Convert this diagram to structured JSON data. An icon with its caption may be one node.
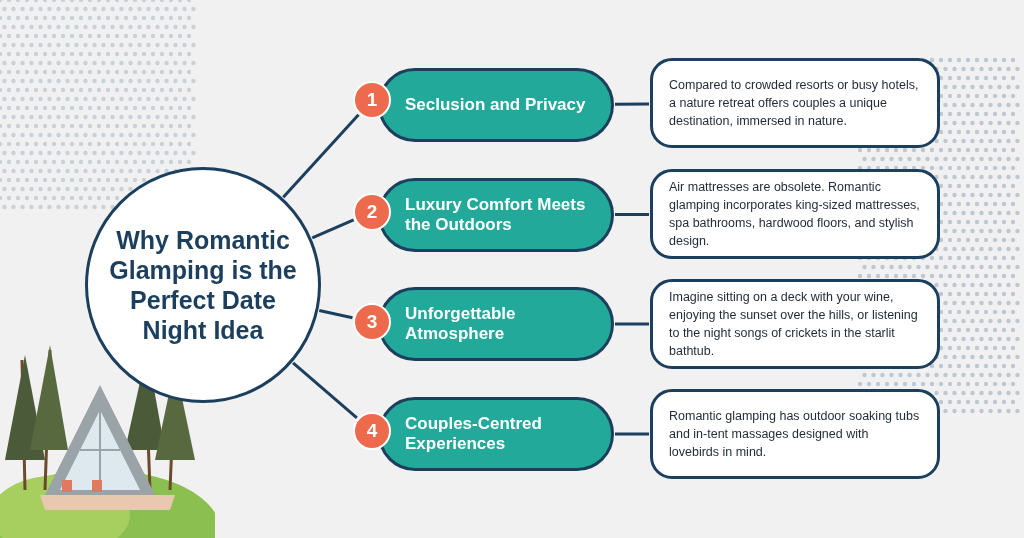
{
  "diagram": {
    "nodes": [
      {
        "text": [
          "Why Romantic Glamping is the Perfect Date Night Idea"
        ]
      },
      {
        "text": [
          "1"
        ]
      },
      {
        "text": [
          "Seclusion and Privacy"
        ]
      },
      {
        "text": [
          "Compared to crowded resorts or busy hotels, a nature retreat offers couples a unique destination, immersed in nature."
        ]
      },
      {
        "text": [
          "2"
        ]
      },
      {
        "text": [
          "Luxury Comfort Meets the Outdoors"
        ]
      },
      {
        "text": [
          "Air mattresses are obsolete. Romantic glamping incorporates king-sized mattresses, spa bathrooms, hardwood floors, and stylish design."
        ]
      },
      {
        "text": [
          "3"
        ]
      },
      {
        "text": [
          "Unforgettable Atmosphere"
        ]
      },
      {
        "text": [
          "Imagine sitting on a deck with your wine, enjoying the sunset over the hills, or listening to the night songs of crickets in the starlit bathtub."
        ]
      },
      {
        "text": [
          "4"
        ]
      },
      {
        "text": [
          "Couples-Centred Experiences"
        ]
      },
      {
        "text": [
          "Romantic glamping has outdoor soaking tubs and in-tent massages designed with lovebirds in mind."
        ]
      }
    ],
    "edges": [
      {
        "from": 0,
        "to": 1,
        "arrow": "none"
      },
      {
        "from": 2,
        "to": 3,
        "arrow": "none"
      },
      {
        "from": 0,
        "to": 4,
        "arrow": "none"
      },
      {
        "from": 5,
        "to": 6,
        "arrow": "none"
      },
      {
        "from": 0,
        "to": 7,
        "arrow": "none"
      },
      {
        "from": 8,
        "to": 9,
        "arrow": "none"
      },
      {
        "from": 0,
        "to": 10,
        "arrow": "none"
      },
      {
        "from": 11,
        "to": 12,
        "arrow": "none"
      }
    ]
  }
}
